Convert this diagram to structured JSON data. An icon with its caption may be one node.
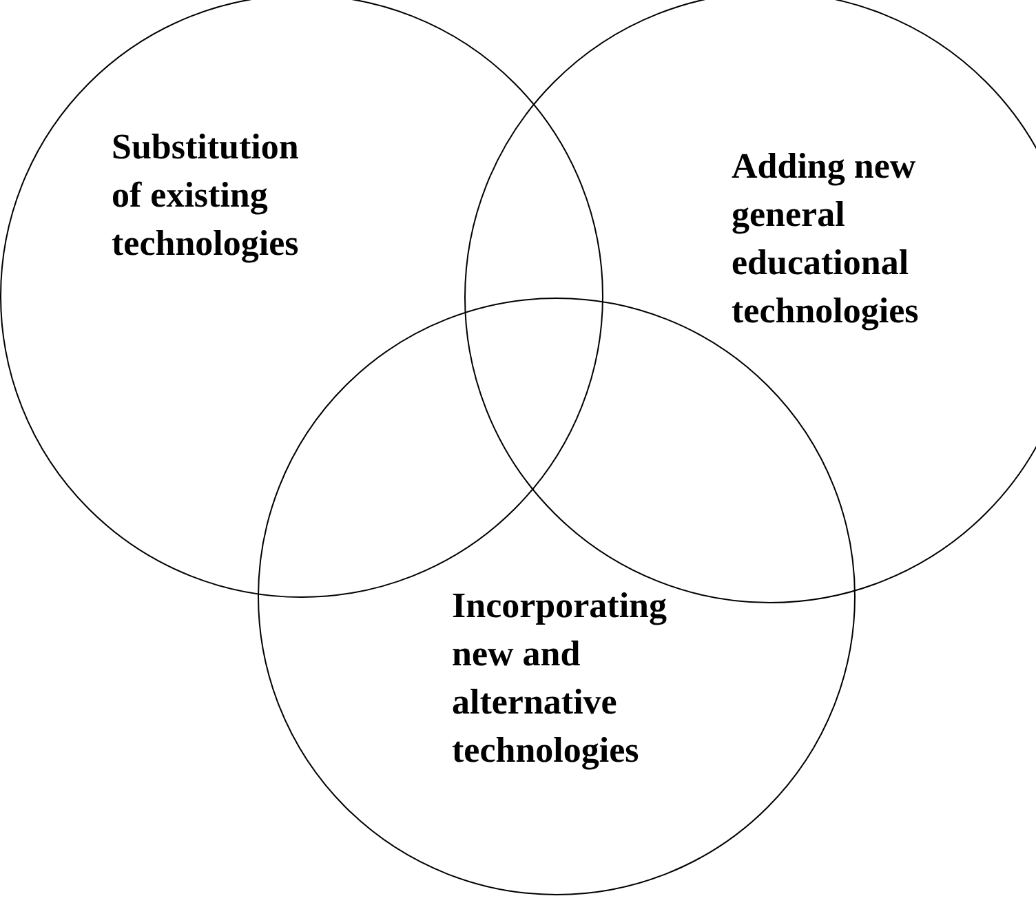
{
  "diagram": {
    "nodes": [
      {
        "text": [
          "Substitution of existing technologies"
        ]
      },
      {
        "text": [
          "Adding new general educational technologies"
        ]
      },
      {
        "text": [
          "Incorporating new and alternative technologies"
        ]
      }
    ]
  }
}
